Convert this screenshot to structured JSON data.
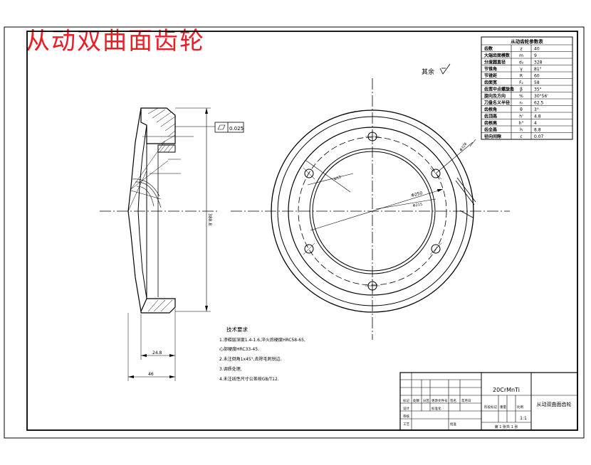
{
  "title": "从动双曲面齿轮",
  "surface_roughness": "其余",
  "params_table": {
    "title": "从动齿轮参数表",
    "rows": [
      [
        "齿数",
        "z",
        "40"
      ],
      [
        "大端齿面模数",
        "m",
        "9"
      ],
      [
        "分度圆直径",
        "d₂",
        "328"
      ],
      [
        "节锥角",
        "γ",
        "81°"
      ],
      [
        "节锥距",
        "R",
        "60"
      ],
      [
        "齿面宽",
        "F₂",
        "58"
      ],
      [
        "齿宽中点螺旋角",
        "β",
        "35°"
      ],
      [
        "旋向及方向",
        "%",
        "30°56'"
      ],
      [
        "刀盘名义半径",
        "r₀",
        "62.5"
      ],
      [
        "齿根角",
        "θ",
        "3°"
      ],
      [
        "齿顶高",
        "h'",
        "4.8"
      ],
      [
        "齿根高",
        "h\"",
        "4"
      ],
      [
        "齿全高",
        "h",
        "8.8"
      ],
      [
        "径向间隙",
        "c",
        "0.07"
      ]
    ]
  },
  "tech_requirements": {
    "title": "技术要求",
    "items": [
      "1.渗碳层深度1.4-1.6,淬火后硬度HRC58-65,",
      "  心部硬度HRC33-45.",
      "2.未注倒角1x45°,去除毛刺锐边.",
      "3.调质处理,",
      "4.未注线性尺寸公差按GB/T12."
    ]
  },
  "dimensions": {
    "flatness": "0.025",
    "overall_dia": "388.8",
    "width_total": "46",
    "width_inner": "24.8",
    "d_hub": "Φ215",
    "d_bolt": "Φ250",
    "hole_size": "Φ12",
    "d_outer": "Φ328"
  },
  "title_block": {
    "material": "20CrMnTi",
    "part_name": "从动双曲面齿轮",
    "scale": "1:1",
    "sheet": "第 1 张共 1 张",
    "cells": [
      "标记",
      "处数",
      "分区",
      "更改文件号",
      "签名",
      "年月日",
      "设计",
      "标准化",
      "审核",
      "工艺",
      "批准",
      "阶段标记",
      "重量",
      "比例"
    ]
  }
}
